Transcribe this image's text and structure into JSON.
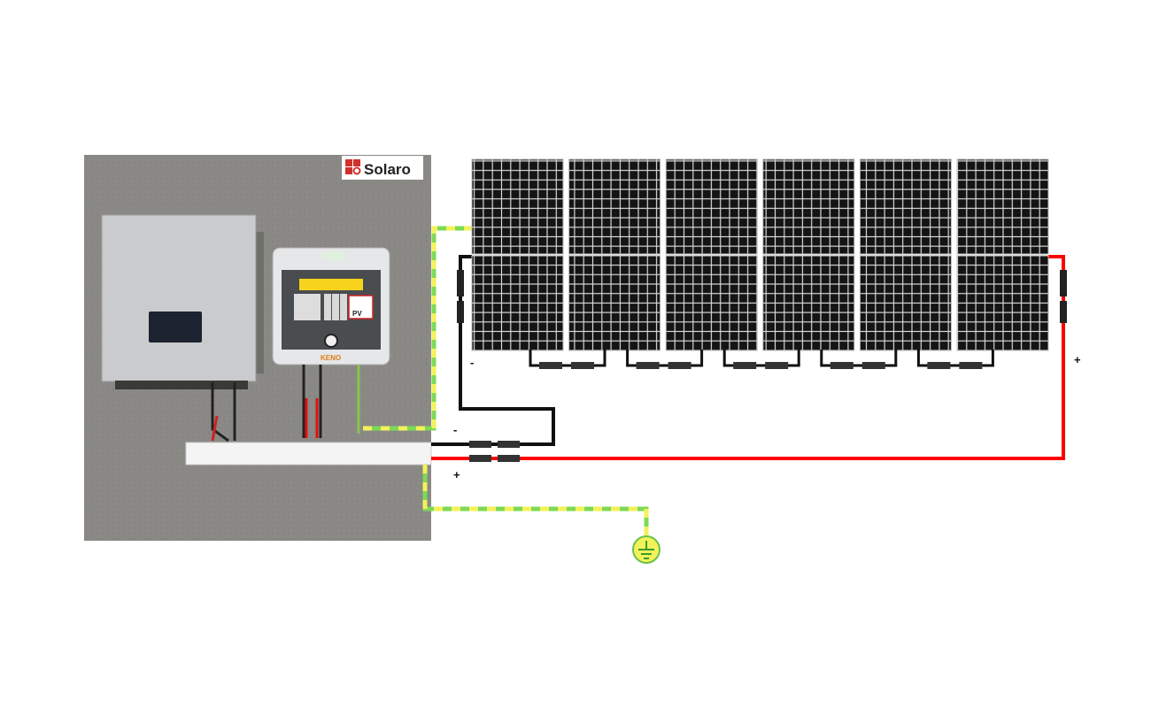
{
  "logo": {
    "text": "Solaro"
  },
  "combiner_box": {
    "brand": "KENO",
    "pv_label": "PV"
  },
  "polarity": {
    "string_minus": "-",
    "string_plus": "+",
    "feed_minus": "-",
    "feed_plus": "+"
  },
  "colors": {
    "positive": "#ff0000",
    "negative": "#111111",
    "earth_green": "#7ed957",
    "earth_yellow": "#f2f25a",
    "board": "#8a8985"
  },
  "panels": {
    "columns": 6,
    "rows": 2
  }
}
